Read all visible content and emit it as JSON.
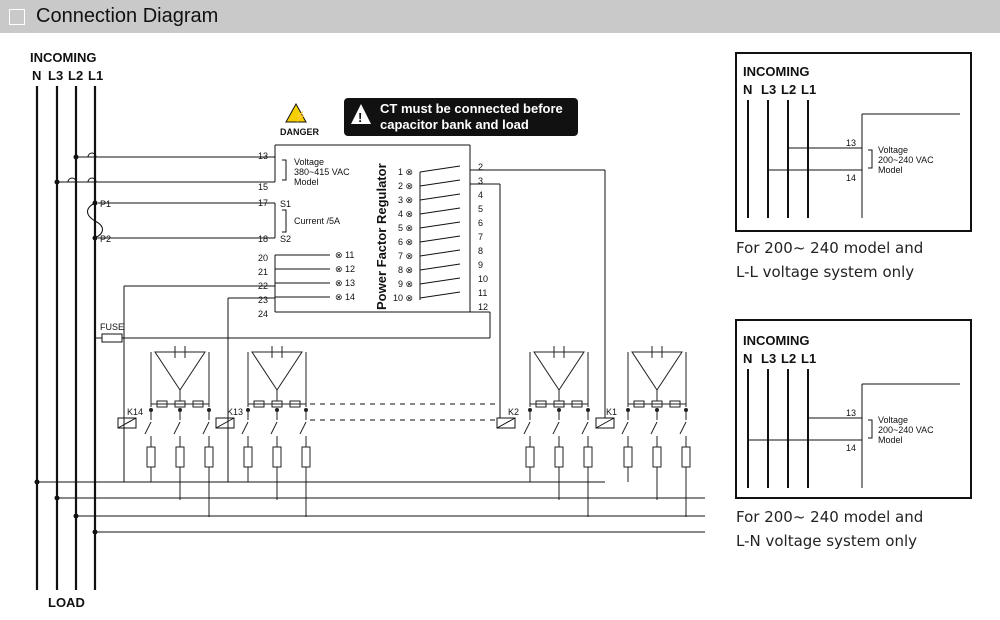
{
  "header": {
    "title": "Connection Diagram"
  },
  "main": {
    "incoming": "INCOMING",
    "phases": [
      "N",
      "L3",
      "L2",
      "L1"
    ],
    "load": "LOAD",
    "danger": "DANGER",
    "ct_note_1": "CT must be connected before",
    "ct_note_2": "capacitor bank and load",
    "regulator": "Power Factor Regulator",
    "voltage_1": "Voltage",
    "voltage_2": "380~415 VAC",
    "voltage_3": "Model",
    "current": "Current /5A",
    "fuse": "FUSE",
    "p1": "P1",
    "p2": "P2",
    "s1": "S1",
    "s2": "S2",
    "left_terms": [
      "13",
      "15",
      "17",
      "18",
      "20",
      "21",
      "22",
      "23",
      "24"
    ],
    "alarm_out": [
      "⊗ 11",
      "⊗ 12",
      "⊗ 13",
      "⊗ 14"
    ],
    "step_left": [
      "1 ⊗",
      "2 ⊗",
      "3 ⊗",
      "4 ⊗",
      "5 ⊗",
      "6 ⊗",
      "7 ⊗",
      "8 ⊗",
      "9 ⊗",
      "10 ⊗"
    ],
    "step_right": [
      "2",
      "3",
      "4",
      "5",
      "6",
      "7",
      "8",
      "9",
      "10",
      "11",
      "12"
    ],
    "contactors": [
      "K14",
      "K13",
      "K2",
      "K1"
    ]
  },
  "panels": [
    {
      "incoming": "INCOMING",
      "phases": [
        "N",
        "L3",
        "L2",
        "L1"
      ],
      "t13": "13",
      "t14": "14",
      "v1": "Voltage",
      "v2": "200~240 VAC",
      "v3": "Model",
      "cap1": "For 200~ 240 model and",
      "cap2": "L-L voltage system only"
    },
    {
      "incoming": "INCOMING",
      "phases": [
        "N",
        "L3",
        "L2",
        "L1"
      ],
      "t13": "13",
      "t14": "14",
      "v1": "Voltage",
      "v2": "200~240 VAC",
      "v3": "Model",
      "cap1": "For 200~ 240 model and",
      "cap2": "L-N voltage system only"
    }
  ]
}
